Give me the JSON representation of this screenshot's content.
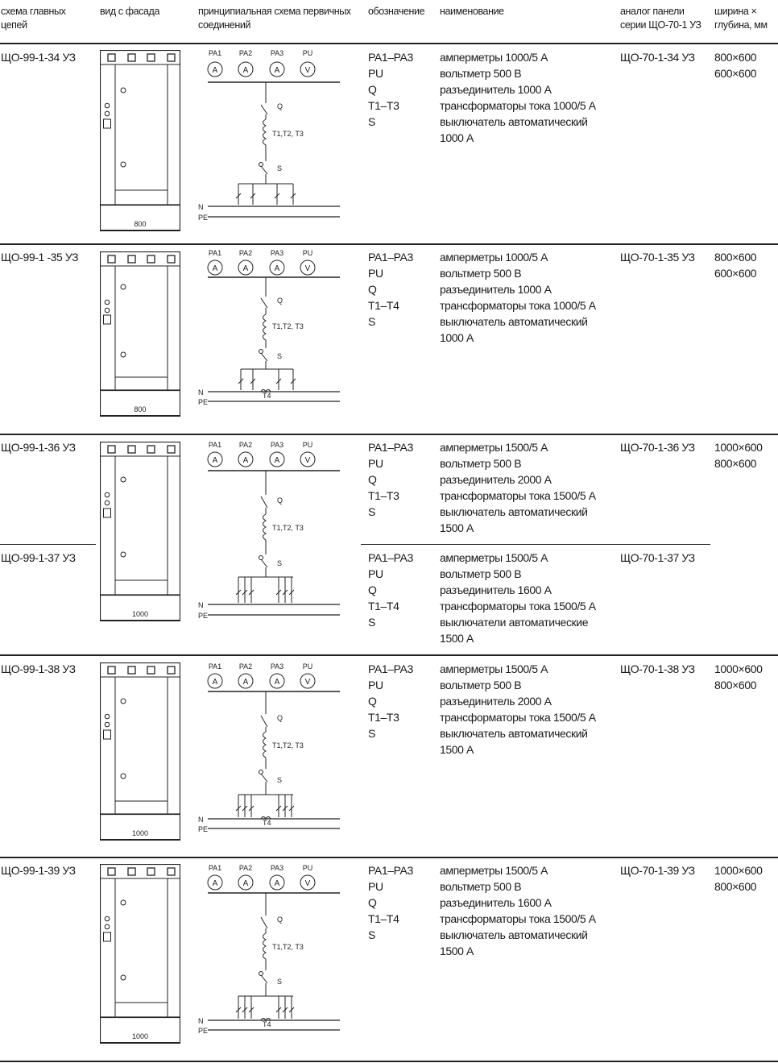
{
  "header": {
    "col_scheme": "схема главных\nцепей",
    "col_facade": "вид с фасада",
    "col_principal": "принципиальная схема первичных\nсоединений",
    "col_designation": "обозначение",
    "col_name": "наименование",
    "col_analog": "аналог панели\nсерии ЩО-70-1 УЗ",
    "col_size": "ширина ×\nглубина, мм"
  },
  "diagram_labels": {
    "meters": [
      "PA1",
      "PA2",
      "PA3",
      "PU"
    ],
    "meter_symbols": [
      "A",
      "A",
      "A",
      "V"
    ],
    "switch_q": "Q",
    "ct": "T1,T2, T3",
    "breaker_s": "S",
    "n": "N",
    "pe": "PE",
    "t4": "T4"
  },
  "rows": [
    {
      "code": "ЩО-99-1-34 УЗ",
      "width_label": "800",
      "designation": [
        "PA1–PA3",
        "PU",
        "Q",
        "T1–T3",
        "S"
      ],
      "name": [
        "амперметры 1000/5 А",
        "вольтметр 500 В",
        "разъединитель 1000 А",
        "трансформаторы тока 1000/5 А",
        "выключатель автоматический",
        "1000 А"
      ],
      "analog": "ЩО-70-1-34 УЗ",
      "size": [
        "800×600",
        "600×600"
      ]
    },
    {
      "code": "ЩО-99-1 -35 УЗ",
      "width_label": "800",
      "designation": [
        "PA1–PA3",
        "PU",
        "Q",
        "T1–T4",
        "S"
      ],
      "name": [
        "амперметры 1000/5 А",
        "вольтметр 500 В",
        "разъединитель 1000 А",
        "трансформаторы тока 1000/5 А",
        "выключатель автоматический",
        "1000 А"
      ],
      "analog": "ЩО-70-1-35 УЗ",
      "size": [
        "800×600",
        "600×600"
      ]
    },
    {
      "code": "ЩО-99-1-36 УЗ",
      "width_label": "1000",
      "designation": [
        "PA1–PA3",
        "PU",
        "Q",
        "T1–T3",
        "S"
      ],
      "name": [
        "амперметры 1500/5 А",
        "вольтметр 500 В",
        "разъединитель 2000 А",
        "трансформаторы тока 1500/5 А",
        "выключатель автоматический",
        "1500 А"
      ],
      "analog": "ЩО-70-1-36 УЗ",
      "size": [
        "1000×600",
        "800×600"
      ]
    },
    {
      "code": "ЩО-99-1-37 УЗ",
      "designation": [
        "PA1–PA3",
        "PU",
        "Q",
        "T1–T4",
        "S"
      ],
      "name": [
        "амперметры 1500/5 А",
        "вольтметр 500 В",
        "разъединитель 1600 А",
        "трансформаторы тока 1500/5 А",
        "выключатели автоматические",
        "1500 А"
      ],
      "analog": "ЩО-70-1-37 УЗ"
    },
    {
      "code": "ЩО-99-1-38 УЗ",
      "width_label": "1000",
      "designation": [
        "PA1–PA3",
        "PU",
        "Q",
        "T1–T3",
        "S"
      ],
      "name": [
        "амперметры 1500/5 А",
        "вольтметр 500 В",
        "разъединитель 2000 А",
        "трансформаторы тока 1500/5 А",
        "выключатель автоматический",
        "1500 А"
      ],
      "analog": "ЩО-70-1-38 УЗ",
      "size": [
        "1000×600",
        "800×600"
      ]
    },
    {
      "code": "ЩО-99-1-39 УЗ",
      "width_label": "1000",
      "designation": [
        "PA1–PA3",
        "PU",
        "Q",
        "T1–T4",
        "S"
      ],
      "name": [
        "амперметры 1500/5 А",
        "вольтметр 500 В",
        "разъединитель 1600 А",
        "трансформаторы тока 1500/5 А",
        "выключатель автоматический",
        "1500 А"
      ],
      "analog": "ЩО-70-1-39 УЗ",
      "size": [
        "1000×600",
        "800×600"
      ]
    }
  ]
}
